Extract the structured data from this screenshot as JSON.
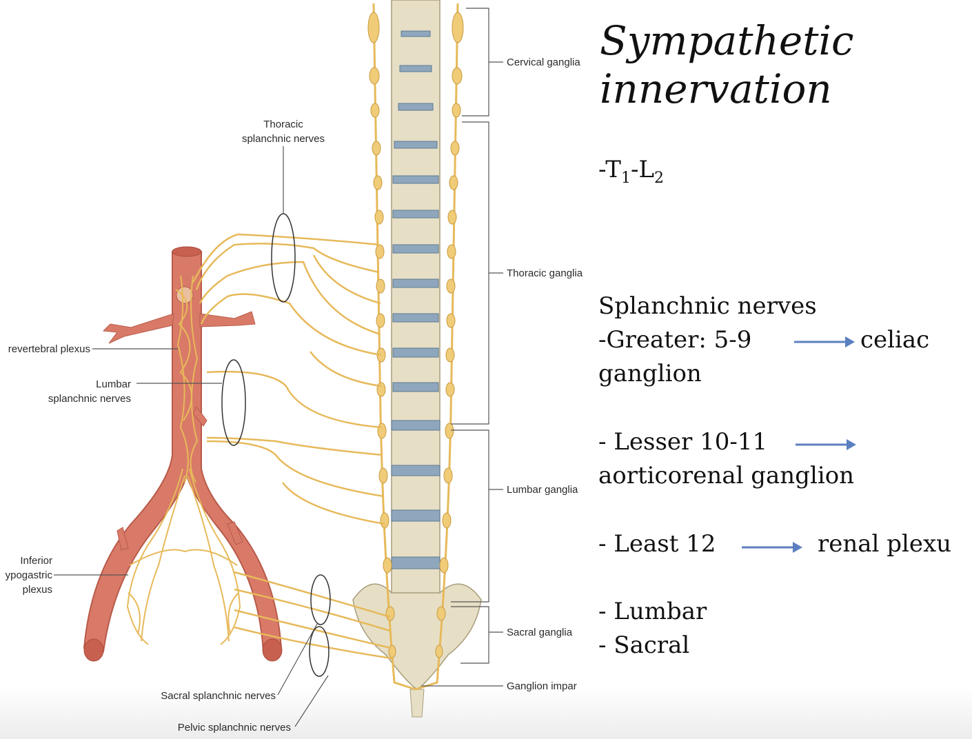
{
  "title": {
    "line1": "Sympathetic",
    "line2": "innervation"
  },
  "segments": {
    "prefix": "-T",
    "t_sub": "1",
    "dash": "-L",
    "l_sub": "2"
  },
  "notes": {
    "heading": "Splanchnic nerves",
    "greater_left": "-Greater: 5-9",
    "greater_right": "celiac",
    "greater_cont": "ganglion",
    "lesser_left": "- Lesser 10-11",
    "lesser_cont": "aorticorenal ganglion",
    "least_left": "- Least 12",
    "least_right": "renal plexu",
    "lumbar": "- Lumbar",
    "sacral": "- Sacral"
  },
  "figure_labels": {
    "cervical_ganglia": "Cervical ganglia",
    "thoracic_ganglia": "Thoracic ganglia",
    "lumbar_ganglia": "Lumbar ganglia",
    "sacral_ganglia": "Sacral ganglia",
    "ganglion_impar": "Ganglion impar",
    "thoracic_splanchnic_1": "Thoracic",
    "thoracic_splanchnic_2": "splanchnic nerves",
    "prevertebral_plexus": "revertebral plexus",
    "lumbar_splanchnic_1": "Lumbar",
    "lumbar_splanchnic_2": "splanchnic nerves",
    "inferior_hypogastric_1": "Inferior",
    "inferior_hypogastric_2": "ypogastric",
    "inferior_hypogastric_3": "plexus",
    "sacral_splanchnic": "Sacral splanchnic nerves",
    "pelvic_splanchnic": "Pelvic splanchnic nerves"
  },
  "colors": {
    "arrow": "#5b7fbf",
    "nerve": "#e7b95a",
    "aorta": "#d97a68",
    "bone": "#e6dfc6",
    "disc": "#8fa7bd"
  }
}
